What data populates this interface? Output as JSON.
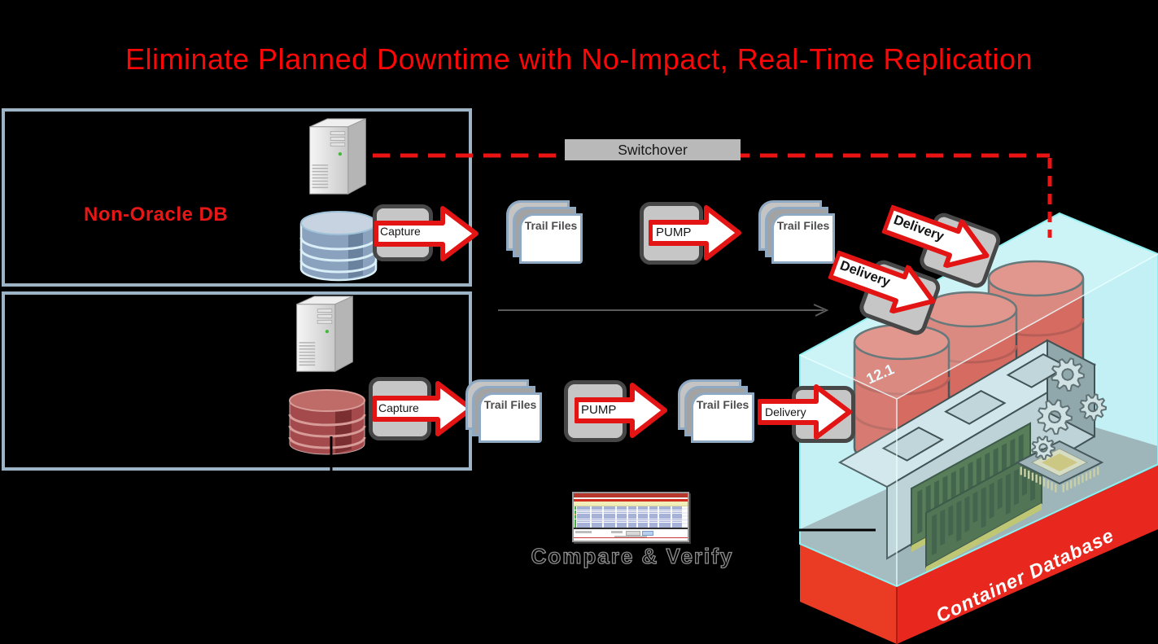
{
  "title": "Eliminate Planned Downtime with No-Impact, Real-Time Replication",
  "zones": {
    "non_oracle_db": "Non-Oracle DB"
  },
  "switchover": "Switchover",
  "process": {
    "capture": "Capture",
    "pump": "PUMP",
    "delivery": "Delivery",
    "trail_files": "Trail Files"
  },
  "target_illustration": {
    "version": "12.1",
    "container_database": "Container Database"
  },
  "compare_verify": {
    "label": "Compare & Verify",
    "table_rows": 12
  },
  "colors": {
    "title_red": "#fb0707",
    "accent_red": "#e52117",
    "arrow_stroke": "#e21414",
    "zone_border": "#9db4c6",
    "pad_gray": "#c6c6c6",
    "pad_border": "#474747",
    "cube_cyan": "#cbf1f5",
    "cylinder_red": "#e63b2c",
    "base_red": "#e8281e",
    "switchover_gray": "#b9b9b9"
  }
}
